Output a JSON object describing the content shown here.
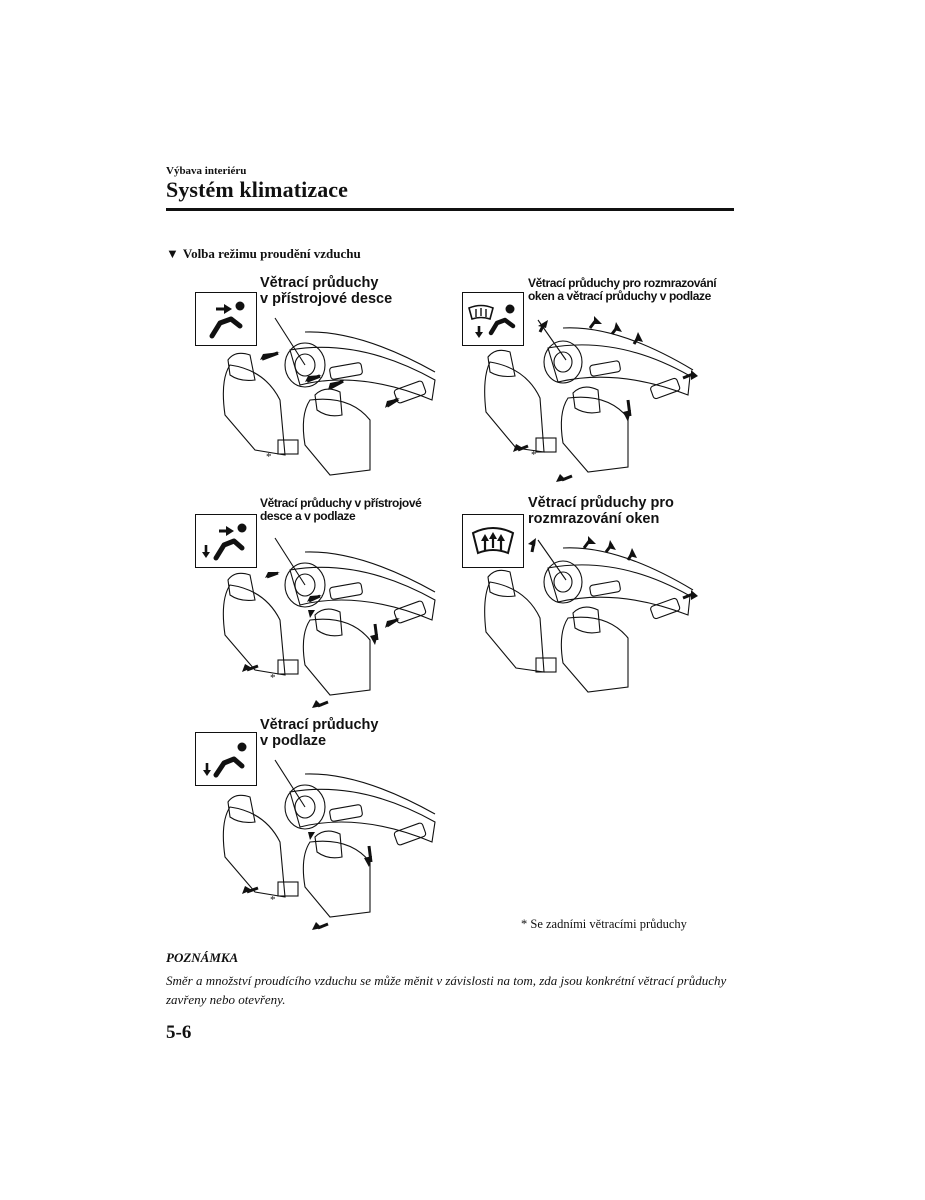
{
  "header": {
    "section": "Výbava interiéru",
    "title": "Systém klimatizace"
  },
  "subsection": {
    "marker": "▼",
    "title": "Volba režimu proudění vzduchu"
  },
  "modes": [
    {
      "line1": "Větrací průduchy",
      "line2": "v přístrojové desce",
      "icon": "face-vent-icon"
    },
    {
      "line1": "Větrací průduchy pro rozmrazování",
      "line2": "oken a větrací průduchy v podlaze",
      "icon": "defrost-floor-icon"
    },
    {
      "line1": "Větrací průduchy v přístrojové",
      "line2": "desce a v podlaze",
      "icon": "face-floor-icon"
    },
    {
      "line1": "Větrací průduchy pro",
      "line2": "rozmrazování oken",
      "icon": "defrost-icon"
    },
    {
      "line1": "Větrací průduchy",
      "line2": "v podlaze",
      "icon": "floor-vent-icon"
    }
  ],
  "asterisk": "*",
  "footnote": "* Se zadními větracími průduchy",
  "note": {
    "heading": "POZNÁMKA",
    "text": "Směr a množství proudícího vzduchu se může měnit v závislosti na tom, zda jsou konkrétní větrací průduchy zavřeny nebo otevřeny."
  },
  "page_number": "5-6"
}
